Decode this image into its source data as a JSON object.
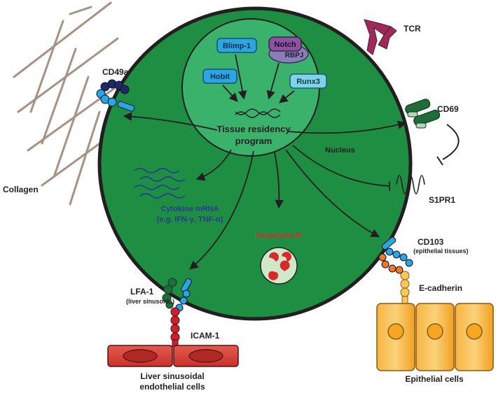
{
  "nucleus": {
    "title_line1": "Tissue residency",
    "title_line2": "program",
    "label": "Nucleus"
  },
  "transcription_factors": {
    "blimp": "Blimp-1",
    "notch": "Notch",
    "rbpj": "RBPJ",
    "hobit": "Hobit",
    "runx3": "Runx3"
  },
  "receptors": {
    "tcr": "TCR",
    "cd69": "CD69",
    "s1pr1": "S1PR1",
    "cd49a": "CD49a",
    "cd103": "CD103",
    "cd103_note": "(epithelial tissues)",
    "lfa1": "LFA-1",
    "lfa1_note": "(liver sinusoids)",
    "ecadherin": "E-cadherin",
    "icam1": "ICAM-1"
  },
  "outputs": {
    "cytokine_line1": "Cytokine mRNA",
    "cytokine_line2": "(e.g. IFN-γ, TNF-α)",
    "granzyme": "Granzyme B"
  },
  "external": {
    "collagen": "Collagen",
    "liver_line1": "Liver sinusoidal",
    "liver_line2": "endothelial cells",
    "epithelial": "Epithelial cells"
  },
  "colors": {
    "cell": "#1e8f42",
    "nucleus": "#3bb26b",
    "tf_blue": "#2aa6e0",
    "tf_purple": "#8b53a0",
    "tf_cyan": "#7fd3e8",
    "granzyme": "#d9292b",
    "tcr": "#9c2a5a",
    "epithelial": "#f6a623"
  }
}
